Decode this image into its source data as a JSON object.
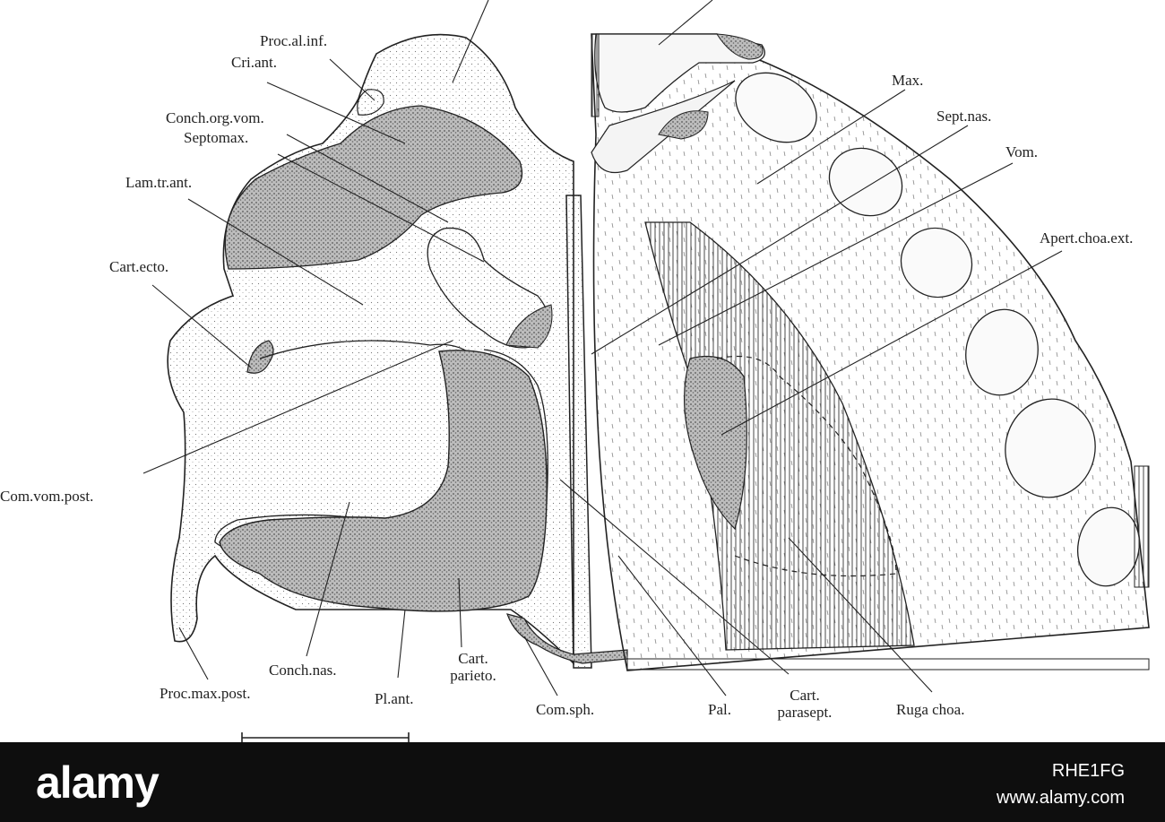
{
  "labels": {
    "proc_al_inf": "Proc.al.inf.",
    "cri_ant": "Cri.ant.",
    "conch_org_vom": "Conch.org.vom.",
    "septomax": "Septomax.",
    "lam_tr_ant": "Lam.tr.ant.",
    "cart_ecto": "Cart.ecto.",
    "com_vom_post": "Com.vom.post.",
    "proc_max_post": "Proc.max.post.",
    "conch_nas": "Conch.nas.",
    "pl_ant": "Pl.ant.",
    "cart_parieto_1": "Cart.",
    "cart_parieto_2": "parieto.",
    "com_sph": "Com.sph.",
    "pal": "Pal.",
    "cart_parasept_1": "Cart.",
    "cart_parasept_2": "parasept.",
    "ruga_choa": "Ruga choa.",
    "max": "Max.",
    "sept_nas": "Sept.nas.",
    "vom": "Vom.",
    "apert_choa_ext": "Apert.choa.ext."
  },
  "footer": {
    "brand": "alamy",
    "image_id": "RHE1FG",
    "site": "www.alamy.com"
  }
}
